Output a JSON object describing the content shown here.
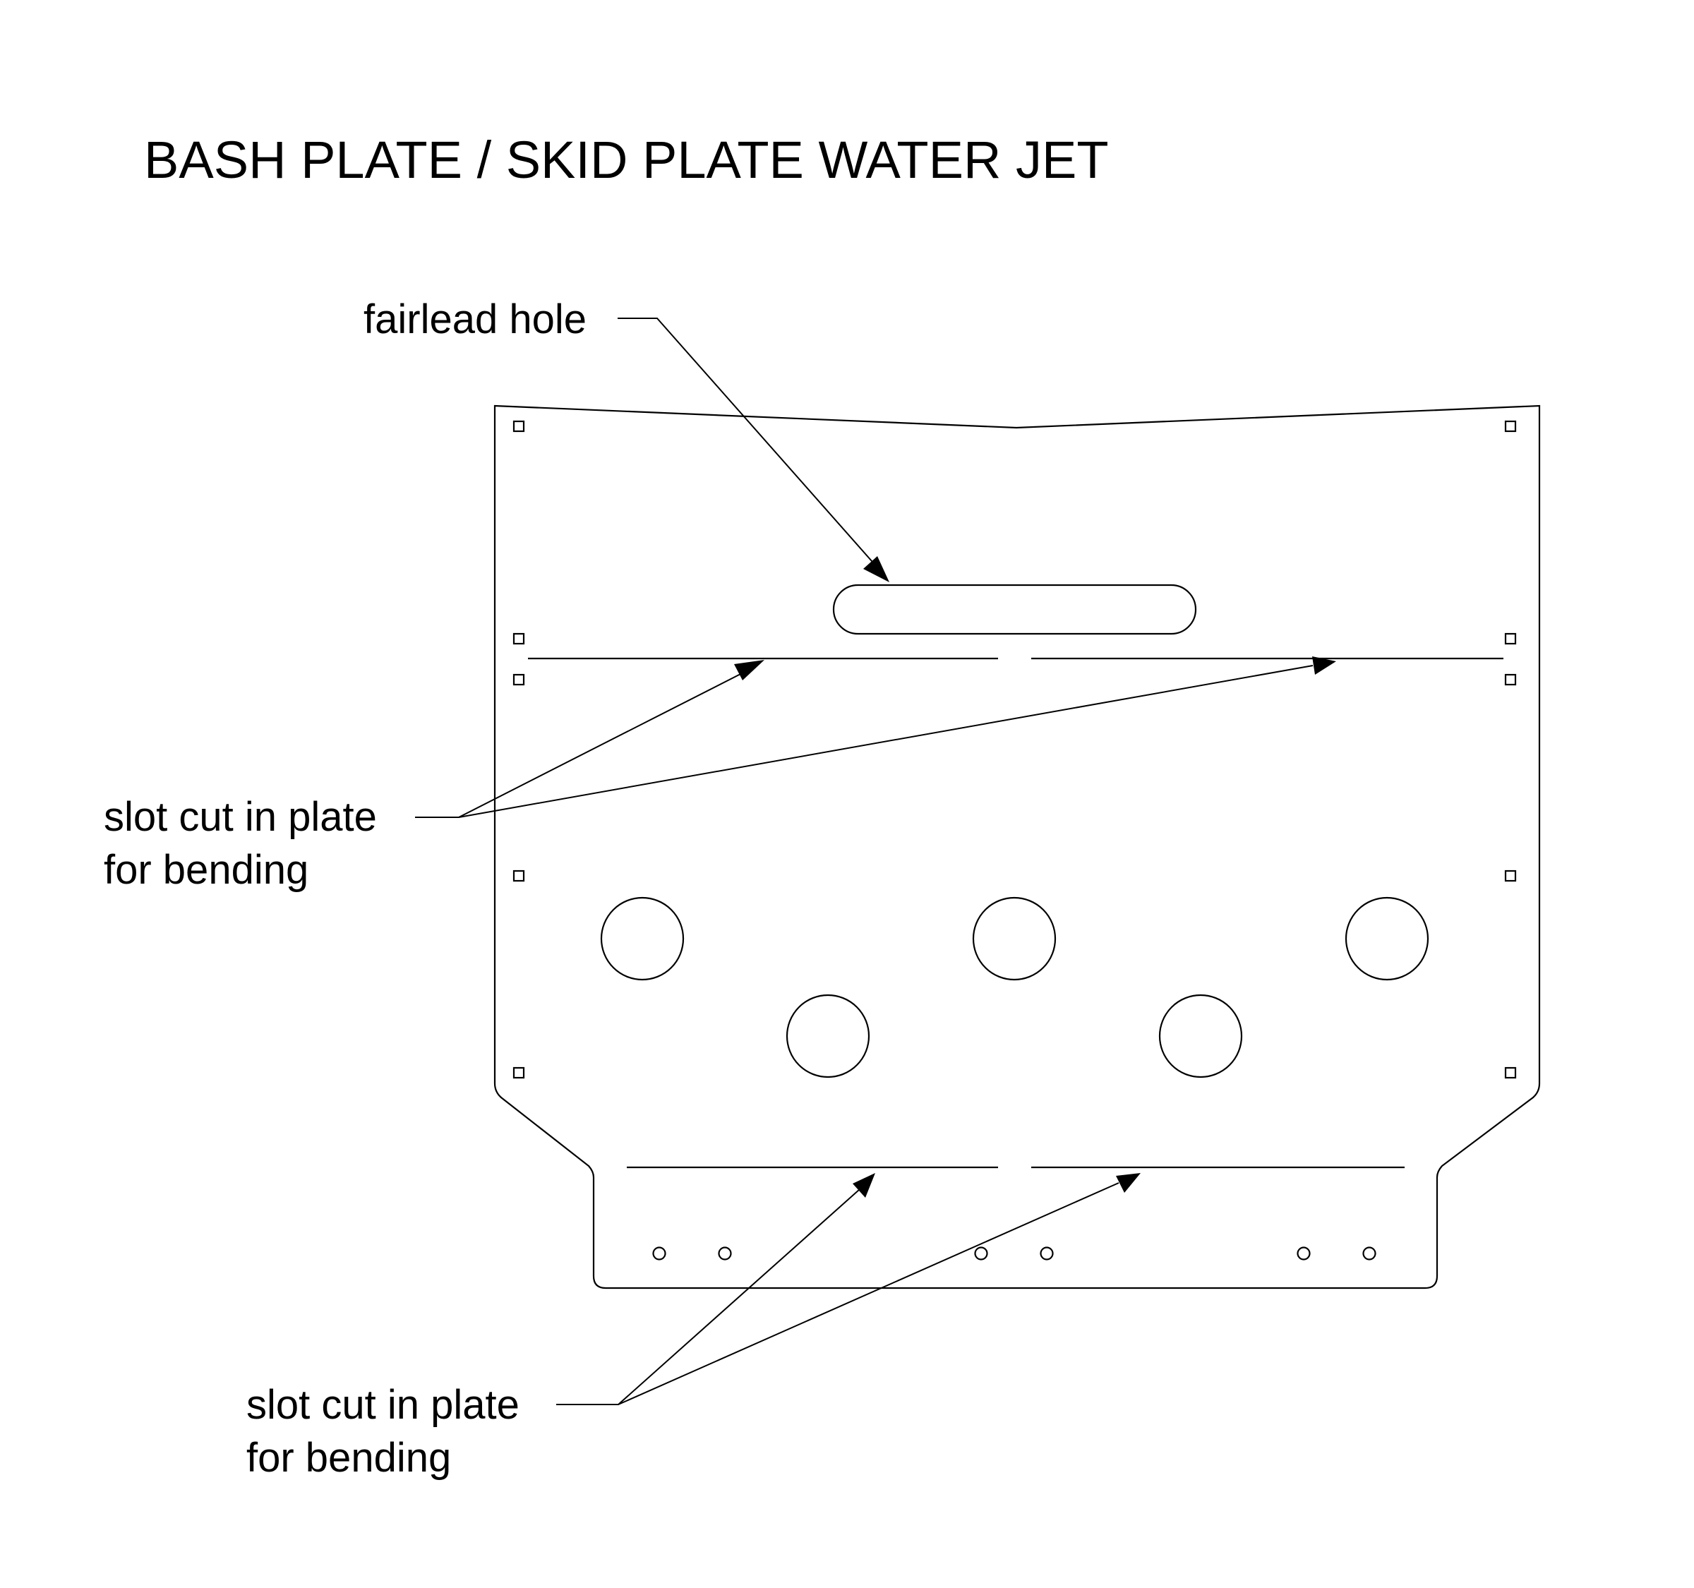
{
  "title": "BASH PLATE / SKID PLATE WATER JET",
  "labels": {
    "fairlead": "fairlead hole",
    "slot_upper_line1": "slot cut in plate",
    "slot_upper_line2": "for bending",
    "slot_lower_line1": "slot cut in plate",
    "slot_lower_line2": "for bending"
  },
  "colors": {
    "ink": "#000000",
    "background": "#ffffff"
  }
}
